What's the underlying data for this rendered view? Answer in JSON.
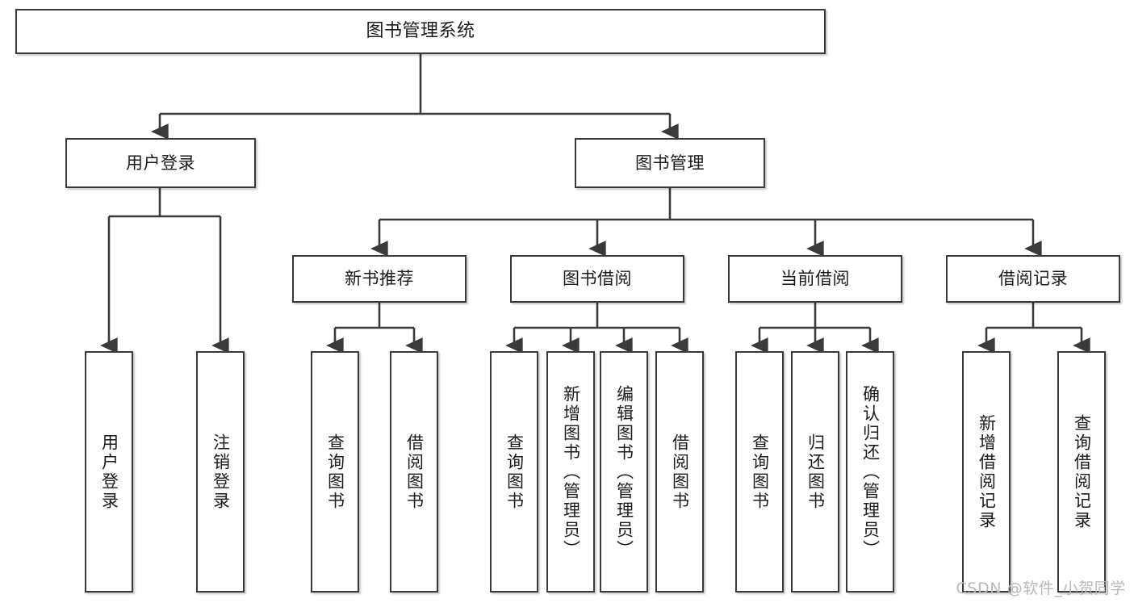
{
  "diagram": {
    "title": "图书管理系统",
    "watermark": "CSDN @软件_小贺同学",
    "colors": {
      "box_border": "#3a3a3a",
      "box_fill": "#ffffff",
      "line": "#3a3a3a",
      "text": "#1b1b1b",
      "watermark": "#b9b9b9"
    },
    "root": {
      "label": "图书管理系统"
    },
    "level1": [
      {
        "label": "用户登录"
      },
      {
        "label": "图书管理"
      }
    ],
    "level2": [
      {
        "label": "新书推荐"
      },
      {
        "label": "图书借阅"
      },
      {
        "label": "当前借阅"
      },
      {
        "label": "借阅记录"
      }
    ],
    "leaves": {
      "user_login": [
        {
          "label": "用户登录"
        },
        {
          "label": "注销登录"
        }
      ],
      "new_book_recommend": [
        {
          "label": "查询图书"
        },
        {
          "label": "借阅图书"
        }
      ],
      "book_borrow": [
        {
          "label": "查询图书"
        },
        {
          "label": "新增图书（管理员）"
        },
        {
          "label": "编辑图书（管理员）"
        },
        {
          "label": "借阅图书"
        }
      ],
      "current_borrow": [
        {
          "label": "查询图书"
        },
        {
          "label": "归还图书"
        },
        {
          "label": "确认归还（管理员）"
        }
      ],
      "borrow_record": [
        {
          "label": "新增借阅记录"
        },
        {
          "label": "查询借阅记录"
        }
      ]
    }
  }
}
